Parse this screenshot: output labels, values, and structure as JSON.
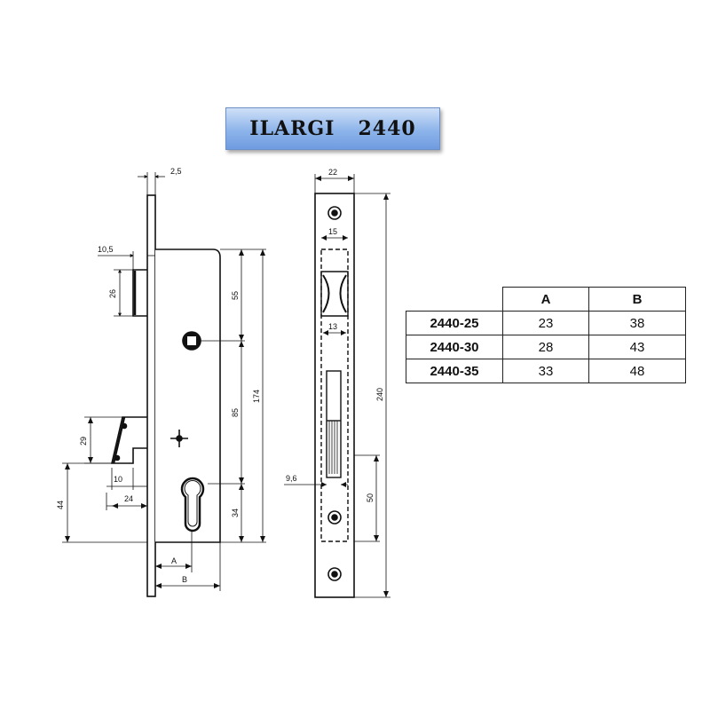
{
  "title": {
    "brand": "ILARGI",
    "model": "2440"
  },
  "side_view": {
    "dims": {
      "faceplate_thickness": "2,5",
      "latch_offset": "10,5",
      "latch_height": "26",
      "top_to_spindle": "55",
      "spindle_to_cylinder": "85",
      "cylinder_to_bottom": "34",
      "case_height": "174",
      "hook_height": "29",
      "hook_depth": "10",
      "hook_reach": "24",
      "hook_from_bottom": "44",
      "backset_a": "A",
      "backset_b": "B"
    }
  },
  "front_view": {
    "dims": {
      "faceplate_width": "22",
      "latch_width": "15",
      "hook_width": "13",
      "total_height": "240",
      "hook_offset": "9,6",
      "bottom_spacing": "50"
    }
  },
  "spec_table": {
    "columns": [
      "A",
      "B"
    ],
    "rows": [
      {
        "model": "2440-25",
        "a": "23",
        "b": "38"
      },
      {
        "model": "2440-30",
        "a": "28",
        "b": "43"
      },
      {
        "model": "2440-35",
        "a": "33",
        "b": "48"
      }
    ]
  }
}
